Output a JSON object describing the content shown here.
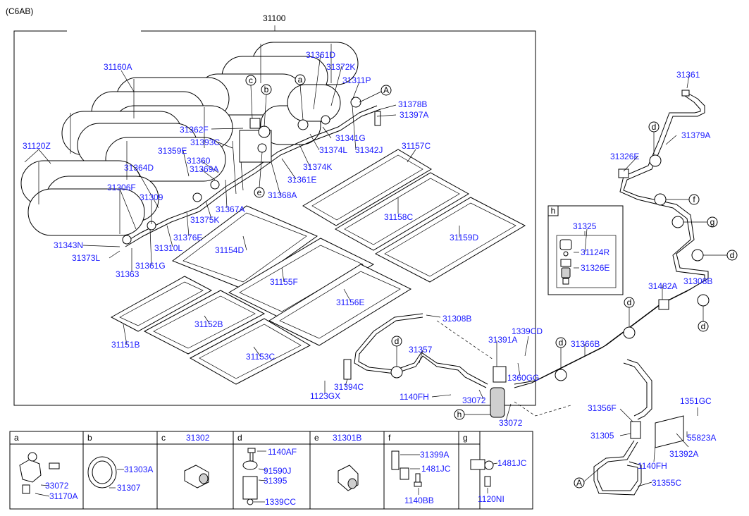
{
  "header": {
    "model_code": "(C6AB)"
  },
  "main_assembly": {
    "number": "31100"
  },
  "callouts": {
    "c31160A": "31160A",
    "c31120Z": "31120Z",
    "c31364D": "31364D",
    "c31306F": "31306F",
    "c31309": "31309",
    "c31343N": "31343N",
    "c31373L": "31373L",
    "c31363": "31363",
    "c31361G": "31361G",
    "c31310L": "31310L",
    "c31376E": "31376E",
    "c31375K": "31375K",
    "c31367A": "31367A",
    "c31369A": "31369A",
    "c31360": "31360",
    "c31359E": "31359E",
    "c31393C": "31393C",
    "c31362F": "31362F",
    "c31368A": "31368A",
    "c31361E": "31361E",
    "c31374K": "31374K",
    "c31374L": "31374L",
    "c31341G": "31341G",
    "c31342J": "31342J",
    "c31361D": "31361D",
    "c31372K": "31372K",
    "c31311P": "31311P",
    "c31378B": "31378B",
    "c31397A": "31397A",
    "c31157C": "31157C",
    "c31158C": "31158C",
    "c31159D": "31159D",
    "c31154D": "31154D",
    "c31155F": "31155F",
    "c31156E": "31156E",
    "c31152B": "31152B",
    "c31153C": "31153C",
    "c31151B": "31151B",
    "c31361": "31361",
    "c31379A": "31379A",
    "c31326E": "31326E",
    "c31325": "31325",
    "c31124R": "31124R",
    "c31326E_b": "31326E",
    "c31482A": "31482A",
    "c31308B_a": "31308B",
    "c31308B_b": "31308B",
    "c31366B": "31366B",
    "c1339CD": "1339CD",
    "c31391A": "31391A",
    "c31357": "31357",
    "c1360GG": "1360GG",
    "c31394C": "31394C",
    "c1123GX": "1123GX",
    "c1140FH_a": "1140FH",
    "c33072_a": "33072",
    "c33072_b": "33072",
    "c31356F": "31356F",
    "c1351GC": "1351GC",
    "c31305": "31305",
    "c55823A": "55823A",
    "c31392A": "31392A",
    "c1140FH_b": "1140FH",
    "c31355C": "31355C"
  },
  "markers": {
    "a": "a",
    "b": "b",
    "c": "c",
    "d": "d",
    "e": "e",
    "f": "f",
    "g": "g",
    "h": "h",
    "A": "A"
  },
  "legend": {
    "a": {
      "letter": "a",
      "parts": [
        "33072",
        "31170A"
      ]
    },
    "b": {
      "letter": "b",
      "parts": [
        "31303A",
        "31307"
      ]
    },
    "c": {
      "letter": "c",
      "parts": [
        "31302"
      ]
    },
    "d": {
      "letter": "d",
      "parts": [
        "1140AF",
        "91590J",
        "31395",
        "1339CC"
      ]
    },
    "e": {
      "letter": "e",
      "parts": [
        "31301B"
      ]
    },
    "f": {
      "letter": "f",
      "parts": [
        "31399A",
        "1481JC",
        "1140BB"
      ]
    },
    "g": {
      "letter": "g",
      "parts": [
        "1481JC",
        "1120NI"
      ]
    }
  },
  "inset_h": {
    "letter": "h"
  }
}
